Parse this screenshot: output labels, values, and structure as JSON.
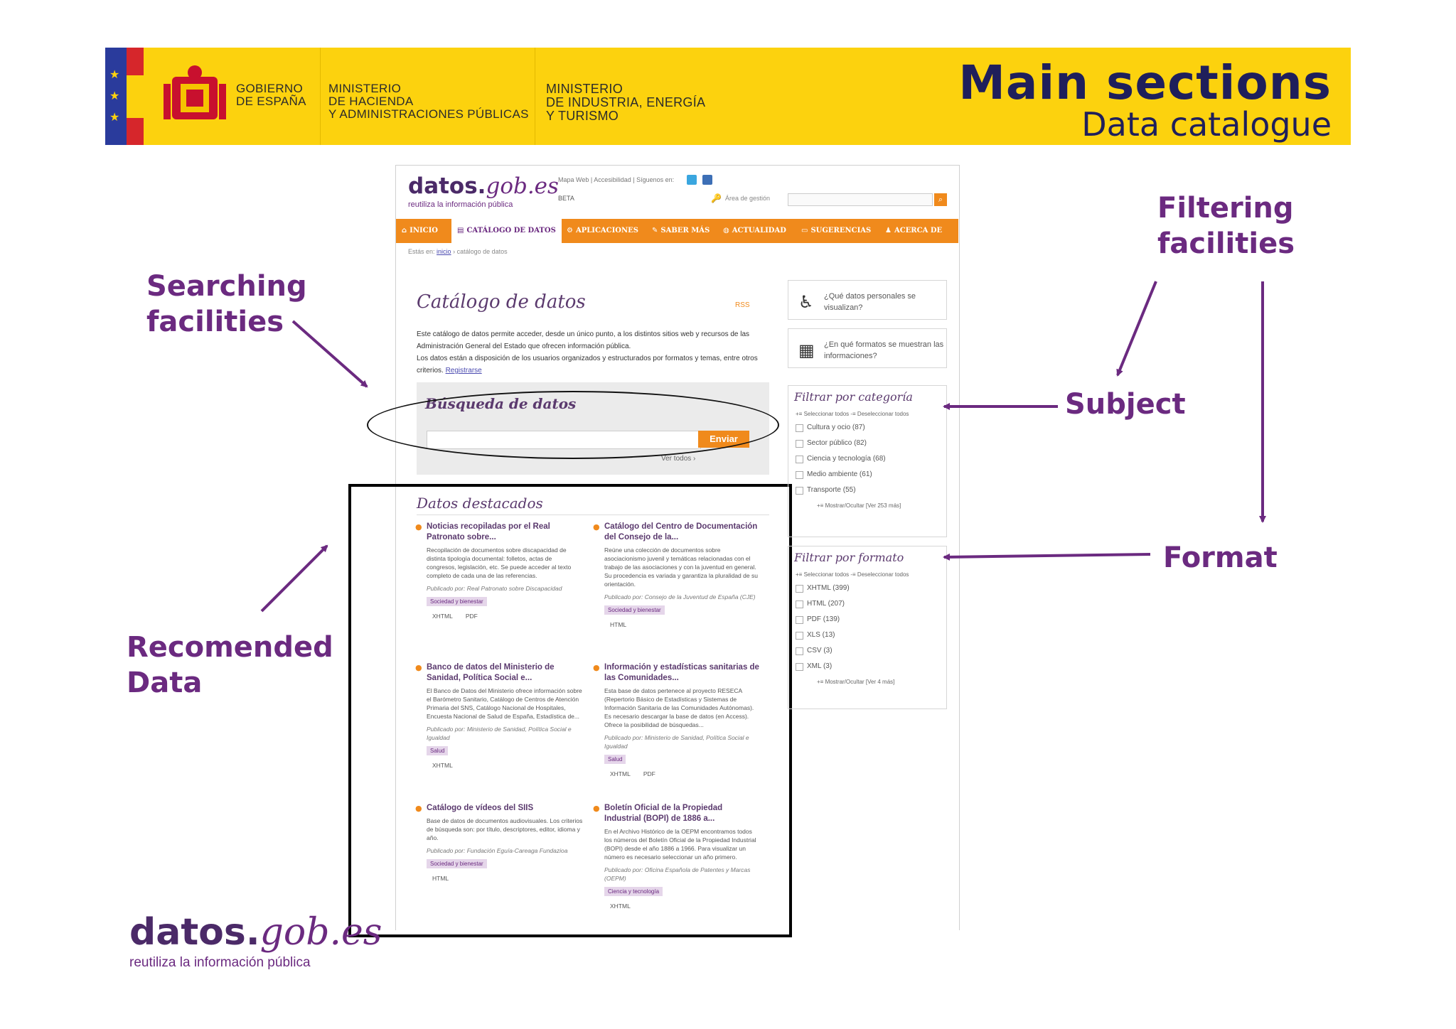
{
  "header": {
    "gov_line1": "GOBIERNO",
    "gov_line2": "DE ESPAÑA",
    "min1_line1": "MINISTERIO",
    "min1_line2": "DE HACIENDA",
    "min1_line3": "Y ADMINISTRACIONES PÚBLICAS",
    "min2_line1": "MINISTERIO",
    "min2_line2": "DE INDUSTRIA, ENERGÍA",
    "min2_line3": "Y TURISMO",
    "title": "Main sections",
    "subtitle": "Data catalogue",
    "colors": {
      "band": "#fcd20e",
      "title": "#1f1f5b"
    }
  },
  "annotations": {
    "searching_line1": "Searching",
    "searching_line2": "facilities",
    "filtering_line1": "Filtering",
    "filtering_line2": "facilities",
    "subject": "Subject",
    "format": "Format",
    "recommended_line1": "Recomended",
    "recommended_line2": "Data",
    "color": "#6b2a80"
  },
  "site": {
    "logo_a": "datos.",
    "logo_b": "gob.es",
    "tagline": "reutiliza la información pública",
    "top_links": "Mapa Web | Accesibilidad | Síguenos en:",
    "beta": "BETA",
    "area_gestion": "Área de gestión",
    "search_btn_icon": "magnifier-icon",
    "nav": [
      {
        "label": "INICIO",
        "icon": "home-icon"
      },
      {
        "label": "CATÁLOGO DE DATOS",
        "icon": "catalog-icon"
      },
      {
        "label": "APLICACIONES",
        "icon": "gear-icon"
      },
      {
        "label": "SABER MÁS",
        "icon": "tool-icon"
      },
      {
        "label": "ACTUALIDAD",
        "icon": "globe-icon"
      },
      {
        "label": "SUGERENCIAS",
        "icon": "comment-icon"
      },
      {
        "label": "ACERCA DE",
        "icon": "person-icon"
      }
    ],
    "breadcrumb_prefix": "Estás en:",
    "breadcrumb_home": "inicio",
    "breadcrumb_current": "› catálogo de datos",
    "catalog_title": "Catálogo de datos",
    "rss": "RSS",
    "catalog_desc_1": "Este catálogo de datos permite acceder, desde un único punto, a los distintos sitios web y recursos de las Administración General del Estado que ofrecen información pública.",
    "catalog_desc_2": "Los datos están a disposición de los usuarios organizados y estructurados por formatos y temas, entre otros criterios.",
    "register_link": "Registrarse",
    "search_title": "Búsqueda de datos",
    "search_placeholder": "",
    "search_button": "Enviar",
    "see_all": "Ver todos ›",
    "featured_title": "Datos destacados",
    "featured": [
      {
        "title": "Noticias recopiladas por el Real Patronato sobre...",
        "desc": "Recopilación de documentos sobre discapacidad de distinta tipología documental: folletos, actas de congresos, legislación, etc. Se puede acceder al texto completo de cada una de las referencias.",
        "pub": "Publicado por: Real Patronato sobre Discapacidad",
        "tag": "Sociedad y bienestar",
        "formats": [
          "XHTML",
          "PDF"
        ]
      },
      {
        "title": "Catálogo del Centro de Documentación del Consejo de la...",
        "desc": "Reúne una colección de documentos sobre asociacionismo juvenil y temáticas relacionadas con el trabajo de las asociaciones y con la juventud en general. Su procedencia es variada y garantiza la pluralidad de su orientación.",
        "pub": "Publicado por: Consejo de la Juventud de España (CJE)",
        "tag": "Sociedad y bienestar",
        "formats": [
          "HTML"
        ]
      },
      {
        "title": "Banco de datos del Ministerio de Sanidad, Política Social e...",
        "desc": "El Banco de Datos del Ministerio ofrece información sobre el Barómetro Sanitario, Catálogo de Centros de Atención Primaria del SNS, Catálogo Nacional de Hospitales, Encuesta Nacional de Salud de España, Estadística de...",
        "pub": "Publicado por: Ministerio de Sanidad, Política Social e Igualdad",
        "tag": "Salud",
        "formats": [
          "XHTML"
        ]
      },
      {
        "title": "Información y estadísticas sanitarias de las Comunidades...",
        "desc": "Esta base de datos pertenece al proyecto RESECA (Repertorio Básico de Estadísticas y Sistemas de Información Sanitaria de las Comunidades Autónomas). Es necesario descargar la base de datos (en Access). Ofrece la posibilidad de búsquedas...",
        "pub": "Publicado por: Ministerio de Sanidad, Política Social e Igualdad",
        "tag": "Salud",
        "formats": [
          "XHTML",
          "PDF"
        ]
      },
      {
        "title": "Catálogo de vídeos del SIIS",
        "desc": "Base de datos de documentos audiovisuales. Los criterios de búsqueda son: por título, descriptores, editor, idioma y año.",
        "pub": "Publicado por: Fundación Eguía-Careaga Fundazioa",
        "tag": "Sociedad y bienestar",
        "formats": [
          "HTML"
        ]
      },
      {
        "title": "Boletín Oficial de la Propiedad Industrial (BOPI) de 1886 a...",
        "desc": "En el Archivo Histórico de la OEPM encontramos todos los números del Boletín Oficial de la Propiedad Industrial (BOPI) desde el año 1886 a 1966. Para visualizar un número es necesario seleccionar un año primero.",
        "pub": "Publicado por: Oficina Española de Patentes y Marcas (OEPM)",
        "tag": "Ciencia y tecnología",
        "formats": [
          "XHTML"
        ]
      }
    ],
    "side_q1": "¿Qué datos personales se visualizan?",
    "side_q2": "¿En qué formatos se muestran las informaciones?",
    "filter_cat_title": "Filtrar por categoría",
    "filter_cat_select": "+≡ Seleccionar todos  -≡ Deseleccionar todos",
    "filter_cat": [
      "Cultura y ocio (87)",
      "Sector público (82)",
      "Ciencia y tecnología (68)",
      "Medio ambiente (61)",
      "Transporte (55)"
    ],
    "filter_cat_more": "+≡ Mostrar/Ocultar [Ver 253 más]",
    "filter_fmt_title": "Filtrar por formato",
    "filter_fmt_select": "+≡ Seleccionar todos  -≡ Deseleccionar todos",
    "filter_fmt": [
      "XHTML (399)",
      "HTML (207)",
      "PDF (139)",
      "XLS (13)",
      "CSV (3)",
      "XML (3)"
    ],
    "filter_fmt_more": "+≡ Mostrar/Ocultar [Ver 4 más]",
    "accent": "#f08a1c",
    "brand": "#6b2a80"
  },
  "footer": {
    "logo_a": "datos.",
    "logo_b": "gob.es",
    "tagline": "reutiliza la información pública"
  }
}
